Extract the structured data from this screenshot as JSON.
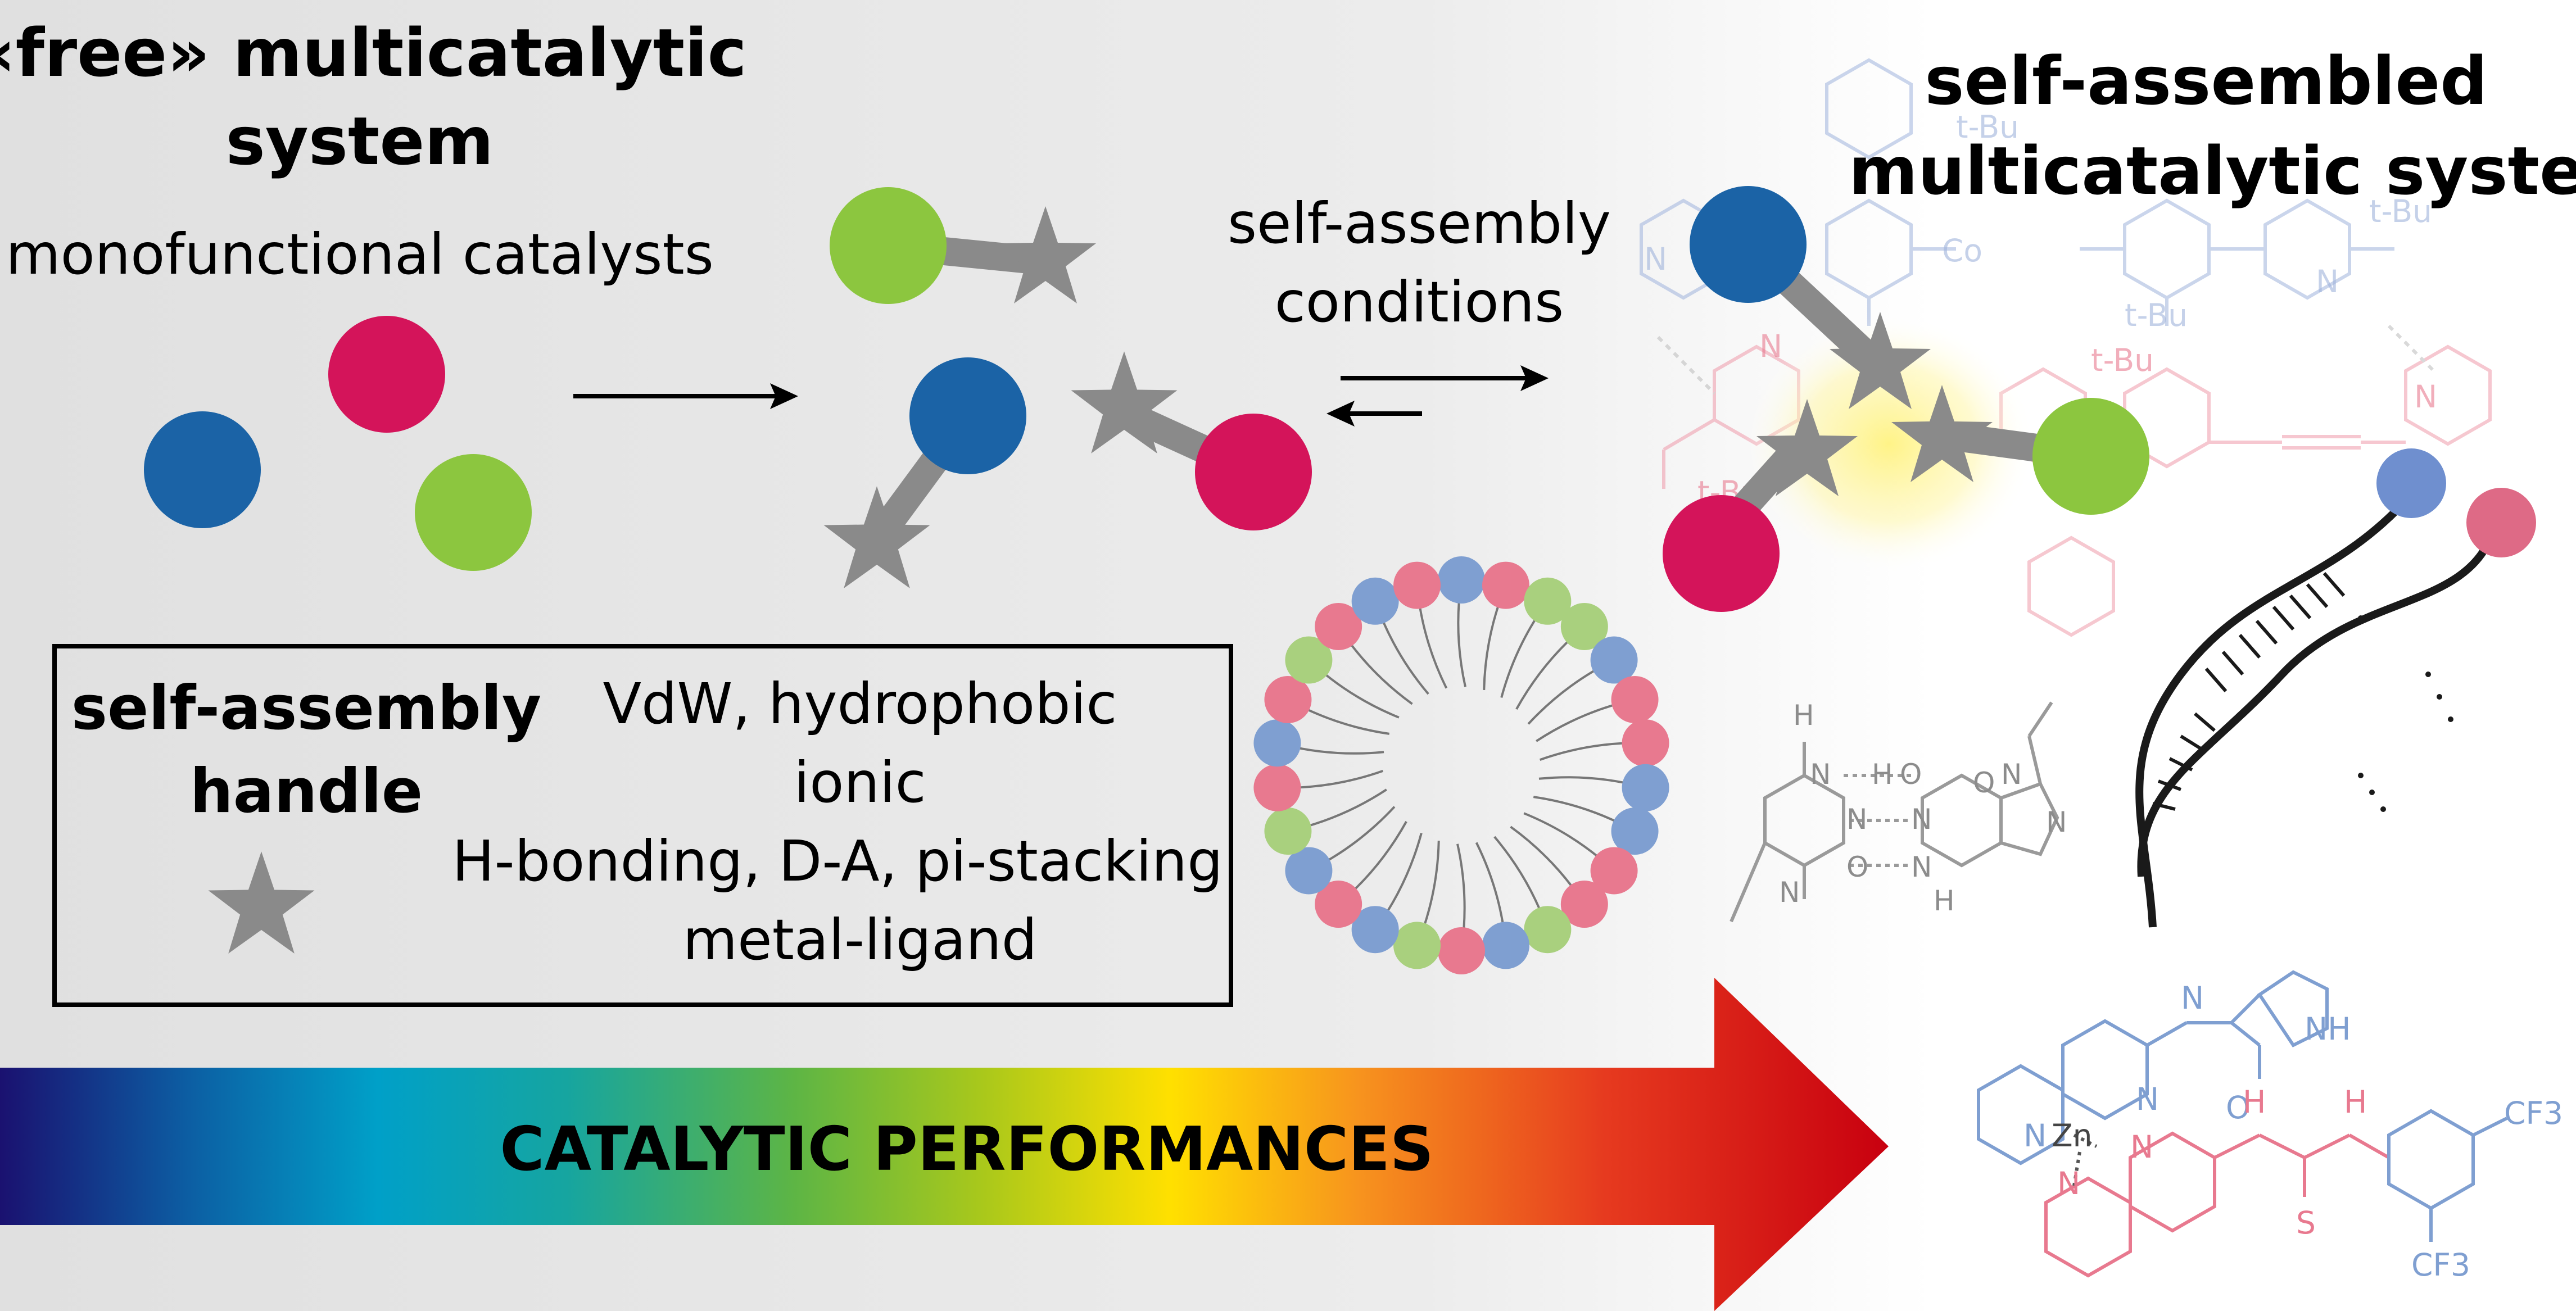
{
  "left_title": {
    "line1": "«free» multicatalytic",
    "line2": "system"
  },
  "left_subtitle": "monofunctional catalysts",
  "right_title": {
    "line1": "self-assembled",
    "line2": "multicatalytic system"
  },
  "equilibrium_label": {
    "line1": "self-assembly",
    "line2": "conditions"
  },
  "handle_box": {
    "title_line1": "self-assembly",
    "title_line2": "handle",
    "interactions": [
      "VdW, hydrophobic",
      "ionic",
      "H-bonding, D-A, pi-stacking",
      "metal-ligand"
    ]
  },
  "performance_arrow_label": "CATALYTIC PERFORMANCES",
  "chem_labels": {
    "zn": "Zn",
    "n": "N",
    "o": "O",
    "s": "S",
    "h": "H",
    "nh": "NH",
    "cf3": "CF3",
    "tbu": "t-Bu",
    "co": "Co"
  },
  "colors": {
    "blue": "#1b63a6",
    "red": "#d4145a",
    "green": "#8cc63f",
    "star_gray": "#8a8a8a",
    "chem_blue": "#7f9fd1",
    "chem_red": "#e8798f",
    "chem_gray": "#8c8c8c"
  }
}
